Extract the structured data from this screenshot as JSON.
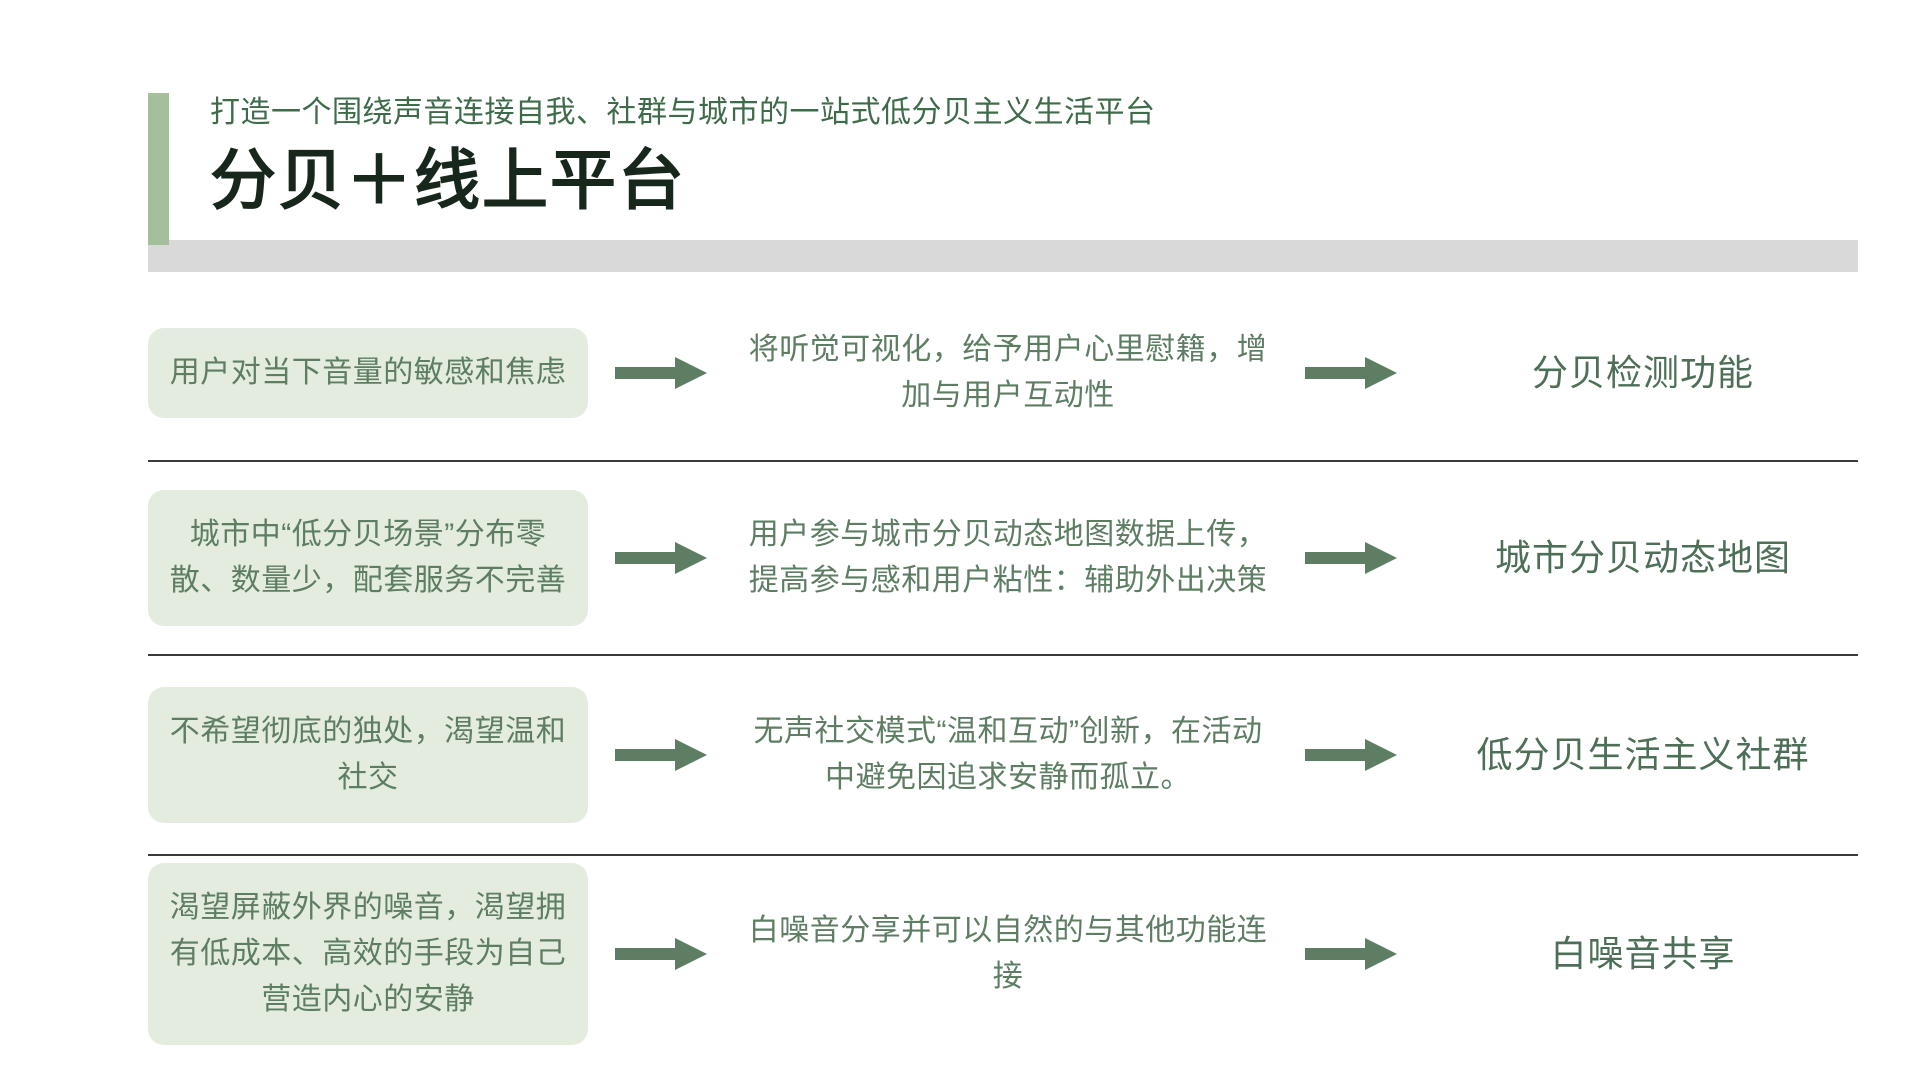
{
  "header": {
    "subtitle": "打造一个围绕声音连接自我、社群与城市的一站式低分贝主义生活平台",
    "title": "分贝＋线上平台",
    "accent_color": "#a3c09b",
    "band_color": "#d9d9d9",
    "subtitle_color": "#3e6b49",
    "title_color": "#17271b"
  },
  "theme": {
    "box_bg": "#e4ecdf",
    "text_green": "#5d7e63",
    "feature_green": "#4d6f57",
    "arrow_color": "#5d7e63",
    "divider_color": "#3b3b3b",
    "page_bg": "#ffffff"
  },
  "icons": {
    "arrow": "arrow-right-icon"
  },
  "rows": [
    {
      "problem": "用户对当下音量的敏感和焦虑",
      "solution": "将听觉可视化，给予用户心里慰籍，增加与用户互动性",
      "feature": "分贝检测功能"
    },
    {
      "problem": "城市中“低分贝场景”分布零散、数量少，配套服务不完善",
      "solution": "用户参与城市分贝动态地图数据上传，提高参与感和用户粘性：辅助外出决策",
      "feature": "城市分贝动态地图"
    },
    {
      "problem": "不希望彻底的独处，渴望温和社交",
      "solution": "无声社交模式“温和互动”创新，在活动中避免因追求安静而孤立。",
      "feature": "低分贝生活主义社群"
    },
    {
      "problem": "渴望屏蔽外界的噪音，渴望拥有低成本、高效的手段为自己营造内心的安静",
      "solution": "白噪音分享并可以自然的与其他功能连接",
      "feature": "白噪音共享"
    }
  ]
}
